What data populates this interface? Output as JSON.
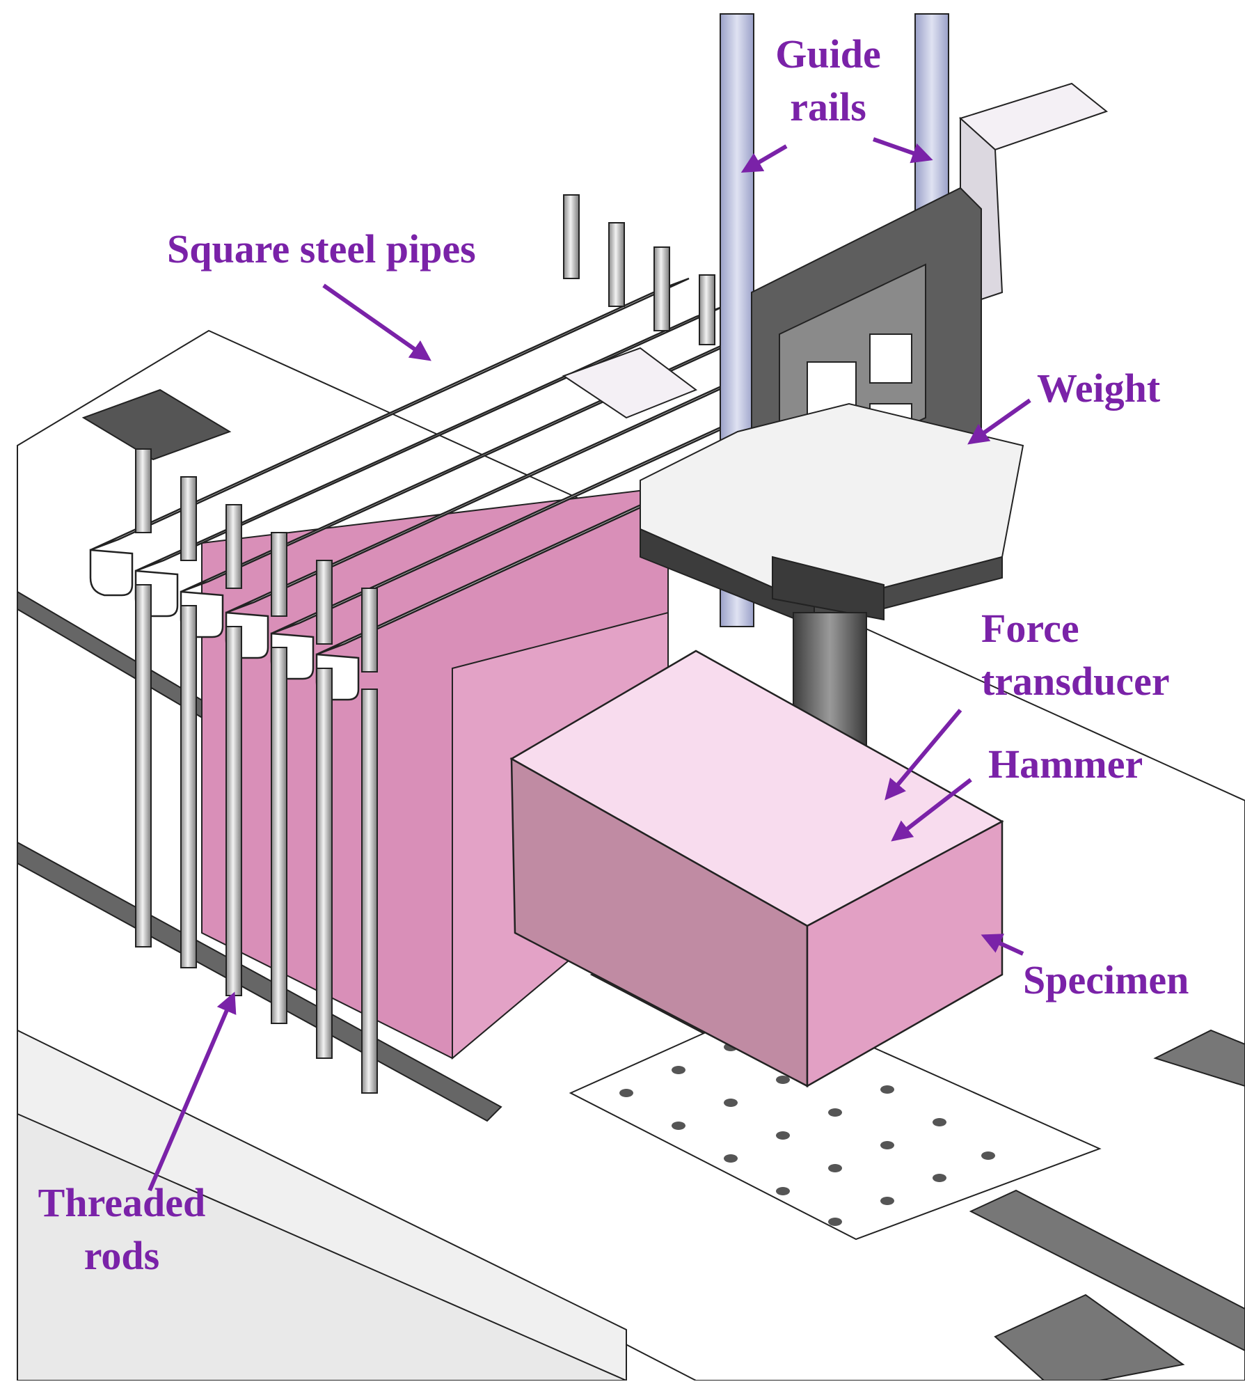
{
  "labels": {
    "guide_rails": [
      "Guide",
      "rails"
    ],
    "square_steel_pipes": "Square steel pipes",
    "weight": "Weight",
    "force_transducer": [
      "Force",
      "transducer"
    ],
    "hammer": "Hammer",
    "specimen": "Specimen",
    "threaded_rods": [
      "Threaded",
      "rods"
    ]
  },
  "colors": {
    "label": "#7a22a8",
    "specimen_fill": "#e2a0c4",
    "specimen_top": "#f8dcee",
    "steel_dark": "#5e5e5e",
    "rail": "#b8bddb",
    "line": "#222222"
  }
}
